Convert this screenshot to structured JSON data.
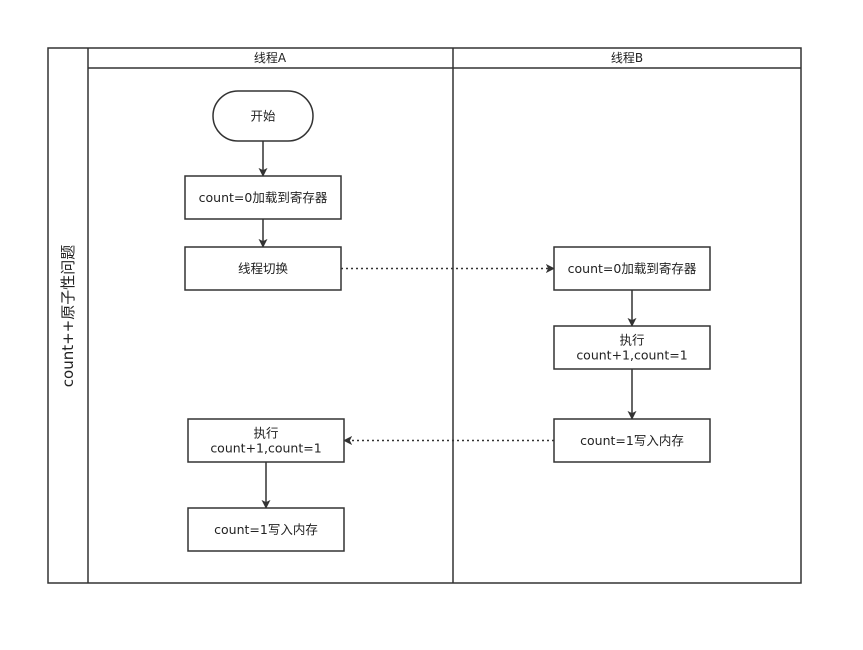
{
  "pool": {
    "title": "count++原子性问题"
  },
  "lanes": [
    {
      "id": "lane-a",
      "title": "线程A"
    },
    {
      "id": "lane-b",
      "title": "线程B"
    }
  ],
  "nodes": {
    "start": {
      "shape": "rounded",
      "lines": [
        "开始"
      ]
    },
    "a_load": {
      "shape": "rect",
      "lines": [
        "count=0加载到寄存器"
      ]
    },
    "a_switch": {
      "shape": "rect",
      "lines": [
        "线程切换"
      ]
    },
    "a_exec": {
      "shape": "rect",
      "lines": [
        "执行",
        "count+1,count=1"
      ]
    },
    "a_write": {
      "shape": "rect",
      "lines": [
        "count=1写入内存"
      ]
    },
    "b_load": {
      "shape": "rect",
      "lines": [
        "count=0加载到寄存器"
      ]
    },
    "b_exec": {
      "shape": "rect",
      "lines": [
        "执行",
        "count+1,count=1"
      ]
    },
    "b_write": {
      "shape": "rect",
      "lines": [
        "count=1写入内存"
      ]
    }
  },
  "edges": [
    {
      "from": "start",
      "to": "a_load",
      "style": "solid"
    },
    {
      "from": "a_load",
      "to": "a_switch",
      "style": "solid"
    },
    {
      "from": "a_switch",
      "to": "b_load",
      "style": "dotted"
    },
    {
      "from": "b_load",
      "to": "b_exec",
      "style": "solid"
    },
    {
      "from": "b_exec",
      "to": "b_write",
      "style": "solid"
    },
    {
      "from": "b_write",
      "to": "a_exec",
      "style": "dotted"
    },
    {
      "from": "a_exec",
      "to": "a_write",
      "style": "solid"
    }
  ]
}
